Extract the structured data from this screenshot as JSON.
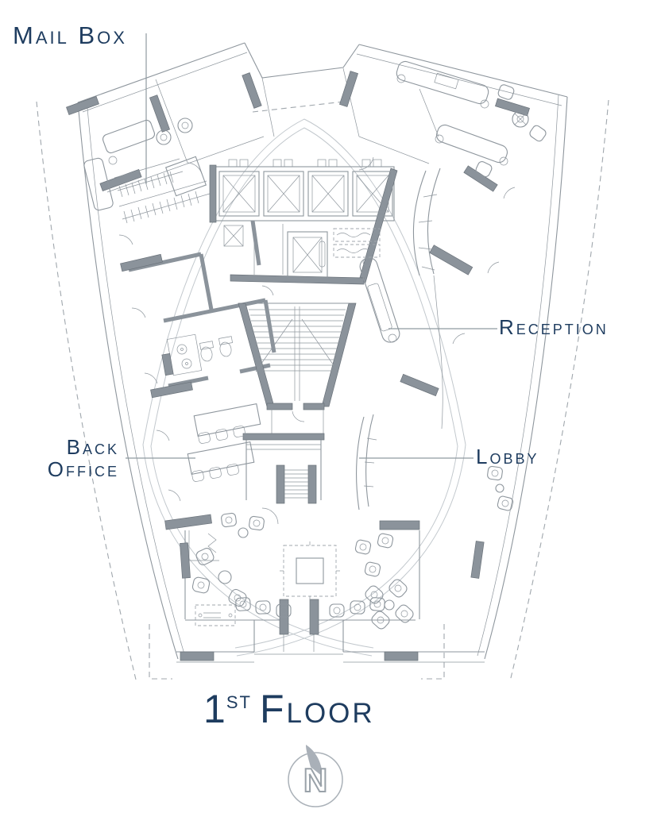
{
  "labels": {
    "mail_box": "Mail Box",
    "reception": "Reception",
    "back_office": {
      "line1": "Back",
      "line2": "Office"
    },
    "lobby": "Lobby"
  },
  "title": {
    "number": "1",
    "ordinal": "st",
    "word": "Floor"
  },
  "compass": {
    "north_letter": "N"
  },
  "colors": {
    "label_text": "#1e3c5f",
    "plan_line": "#8e969d",
    "light_line": "#c2c8cd",
    "wall_fill": "#8b939b",
    "dashed_line": "#a0a7ad",
    "leader_line": "#8f9aa0"
  }
}
